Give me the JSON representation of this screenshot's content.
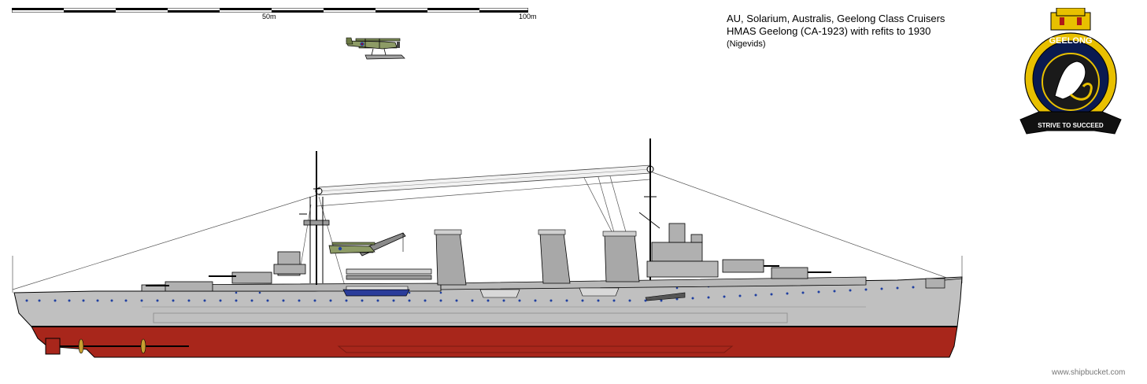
{
  "scale": {
    "mid_label": "50m",
    "end_label": "100m"
  },
  "title": {
    "line1": "AU, Solarium, Australis, Geelong Class Cruisers",
    "line2": "HMAS Geelong (CA-1923) with refits to 1930",
    "line3": "(Nigevids)"
  },
  "crest": {
    "name": "GEELONG",
    "motto": "STRIVE TO SUCCEED"
  },
  "watermark": "www.shipbucket.com",
  "colors": {
    "hull_grey": "#c0c0c0",
    "hull_red": "#a8261b",
    "deck_grey": "#a8a8a8",
    "portholes": "#1f3fa0",
    "outline": "#000000",
    "crest_gold": "#e8c000",
    "crest_navy": "#0a1a50"
  }
}
